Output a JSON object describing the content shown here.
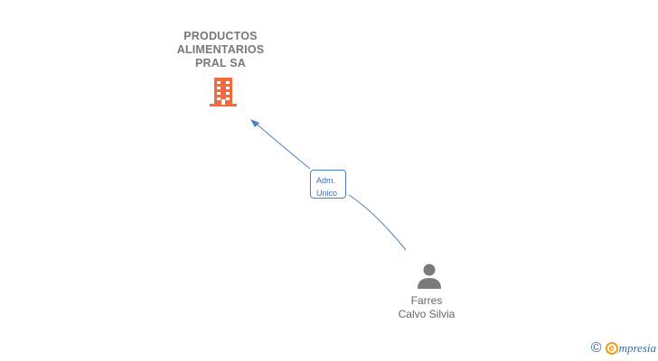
{
  "company": {
    "name_lines": [
      "PRODUCTOS",
      "ALIMENTARIOS",
      "PRAL SA"
    ],
    "icon": "building-icon",
    "color": "#f26a3d"
  },
  "relation": {
    "role_lines": [
      "Adm.",
      "Unico"
    ],
    "color": "#4a7fc1"
  },
  "person": {
    "name_lines": [
      "Farres",
      "Calvo Silvia"
    ],
    "icon": "person-icon",
    "color": "#7a7a7a"
  },
  "footer": {
    "copyright_symbol": "©",
    "brand_initial": "e",
    "brand_rest": "mpresia",
    "brand_color": "#f39a1d",
    "text_color": "#2f6f9e"
  }
}
